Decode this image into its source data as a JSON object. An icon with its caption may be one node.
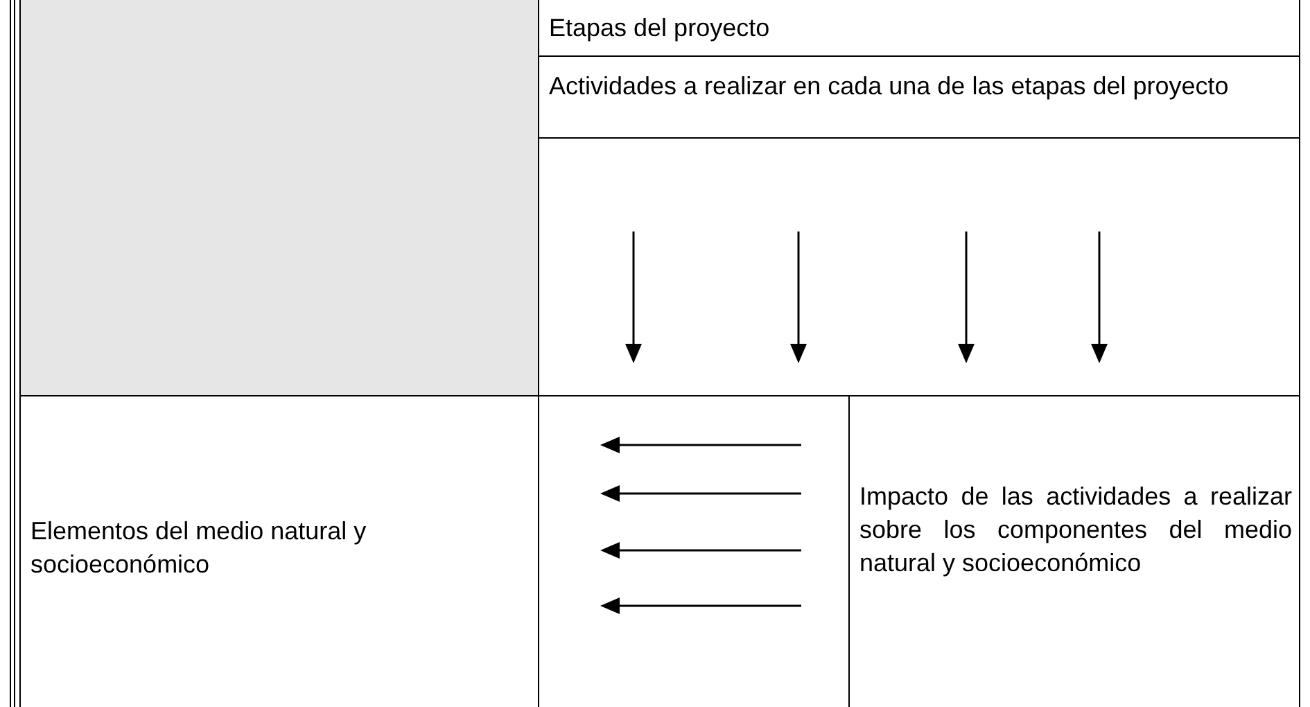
{
  "diagram": {
    "labels": [
      "Etapas del proyecto",
      "Actividades a realizar en cada una de las etapas del proyecto",
      "Elementos del medio natural y socioeconómico",
      "Impacto de las actividades a realizar sobre los componentes del medio natural y socioeconómico"
    ]
  }
}
